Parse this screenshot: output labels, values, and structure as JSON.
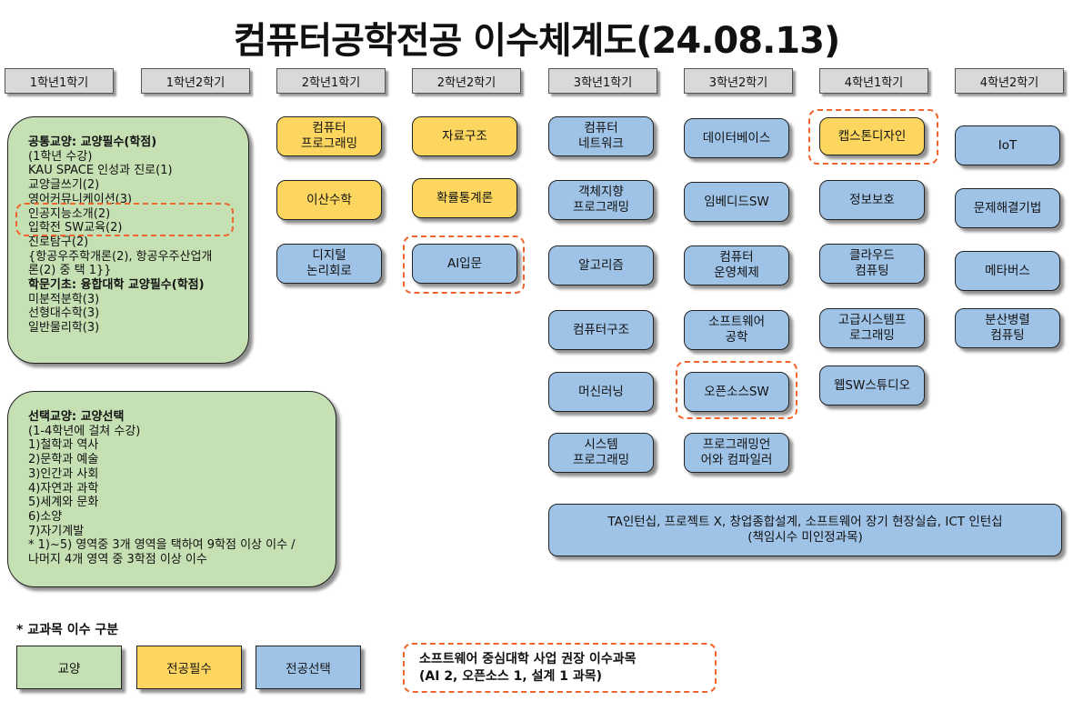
{
  "title": "컴퓨터공학전공 이수체계도(24.08.13)",
  "semesters": [
    "1학년1학기",
    "1학년2학기",
    "2학년1학기",
    "2학년2학기",
    "3학년1학기",
    "3학년2학기",
    "4학년1학기",
    "4학년2학기"
  ],
  "general_required": {
    "heading": "공통교양: 교양필수(학점)",
    "lines": [
      "(1학년 수강)",
      "KAU SPACE 인성과 진로(1)",
      "교양글쓰기(2)",
      "영어커뮤니케이션(3)",
      "인공지능소개(2)",
      "입학전 SW교육(2)",
      "진로탐구(2)",
      "{항공우주학개론(2), 항공우주산업개",
      "론(2) 중 택 1}}"
    ],
    "heading2": "학문기초: 융합대학 교양필수(학점)",
    "lines2": [
      "미분적분학(3)",
      "선형대수학(3)",
      "일반물리학(3)"
    ]
  },
  "general_elective": {
    "heading": "선택교양: 교양선택",
    "lines": [
      "(1-4학년에 걸쳐 수강)",
      "1)철학과 역사",
      "2)문학과 예술",
      "3)인간과 사회",
      "4)자연과 과학",
      "5)세계와 문화",
      "6)소양",
      "7)자기계발",
      "* 1)~5) 영역중 3개 영역을 택하여 9학점 이상 이수 /",
      "나머지 4개 영역 중 3학점 이상 이수"
    ]
  },
  "courses": {
    "y2s1": [
      "컴퓨터\n프로그래밍",
      "이산수학",
      "디지털\n논리회로"
    ],
    "y2s2": [
      "자료구조",
      "확률통계론",
      "AI입문"
    ],
    "y3s1": [
      "컴퓨터\n네트워크",
      "객체지향\n프로그래밍",
      "알고리즘",
      "컴퓨터구조",
      "머신러닝",
      "시스템\n프로그래밍"
    ],
    "y3s2": [
      "데이터베이스",
      "임베디드SW",
      "컴퓨터\n운영체제",
      "소프트웨어\n공학",
      "오픈소스SW",
      "프로그래밍언\n어와 컴파일러"
    ],
    "y4s1": [
      "캡스톤디자인",
      "정보보호",
      "클라우드\n컴퓨팅",
      "고급시스템프\n로그래밍",
      "웹SW스튜디오"
    ],
    "y4s2": [
      "IoT",
      "문제해결기법",
      "메타버스",
      "분산병렬\n컴퓨팅"
    ],
    "wide": "TA인턴십, 프로젝트 X, 창업종합설계, 소프트웨어 장기 현장실습, ICT 인턴십\n(책임시수 미인정과목)"
  },
  "legend": {
    "title": "* 교과목 이수 구분",
    "items": [
      "교양",
      "전공필수",
      "전공선택"
    ],
    "note": [
      "소프트웨어 중심대학 사업 권장 이수과목",
      "(AI 2, 오픈소스 1, 설계 1 과목)"
    ]
  },
  "colors": {
    "general": "#c5e0b3",
    "major_required": "#fcd65e",
    "major_elective": "#9fc3e7",
    "recommended_outline": "#f0642d"
  }
}
